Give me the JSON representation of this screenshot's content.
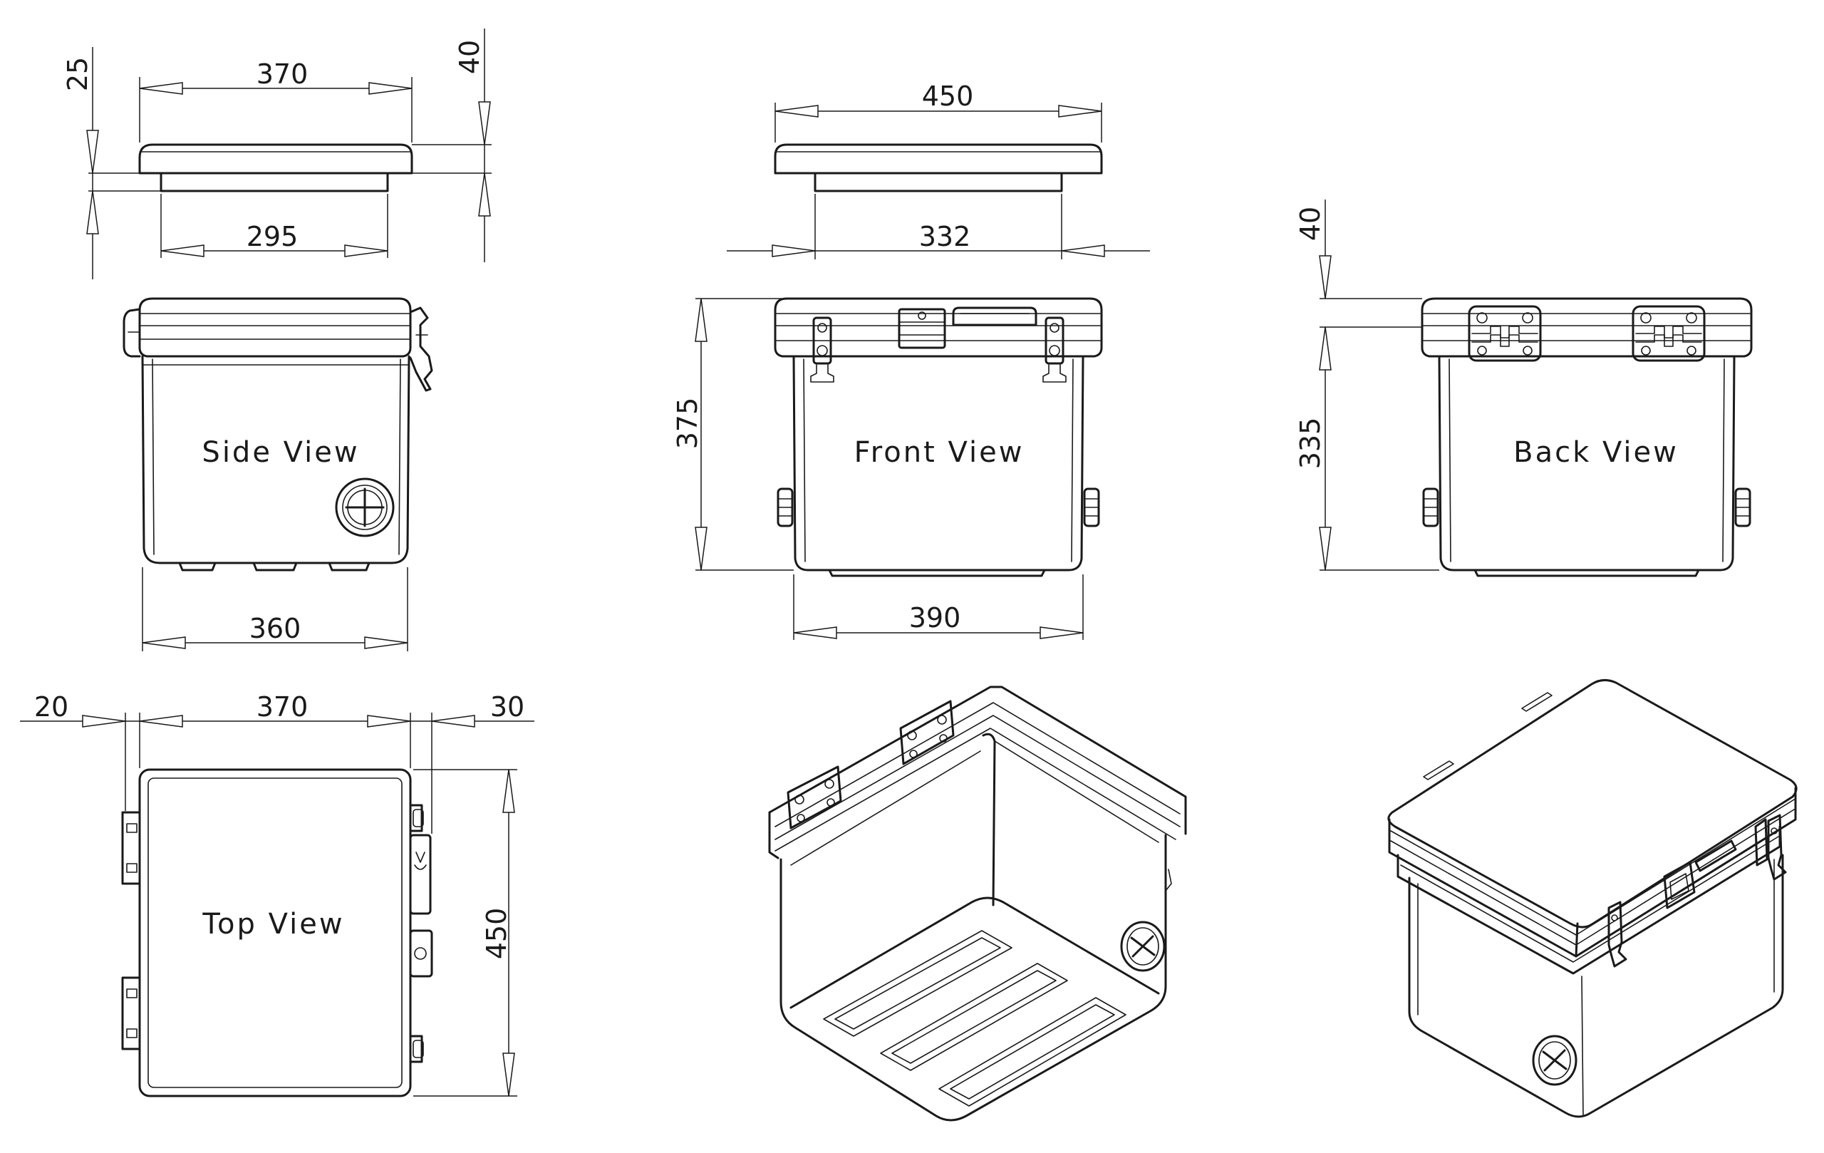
{
  "views": {
    "side": "Side View",
    "front": "Front View",
    "back": "Back View",
    "top": "Top View"
  },
  "dimensions": {
    "lid_side_height": "25",
    "lid_side_width": "370",
    "lid_side_total_height": "40",
    "lid_side_inner_width": "295",
    "lid_front_width": "450",
    "lid_front_inner_width": "332",
    "back_lid_height": "40",
    "front_height": "375",
    "back_body_height": "335",
    "side_base_width": "360",
    "front_base_width": "390",
    "top_left_offset": "20",
    "top_width": "370",
    "top_right_offset": "30",
    "top_depth": "450"
  }
}
